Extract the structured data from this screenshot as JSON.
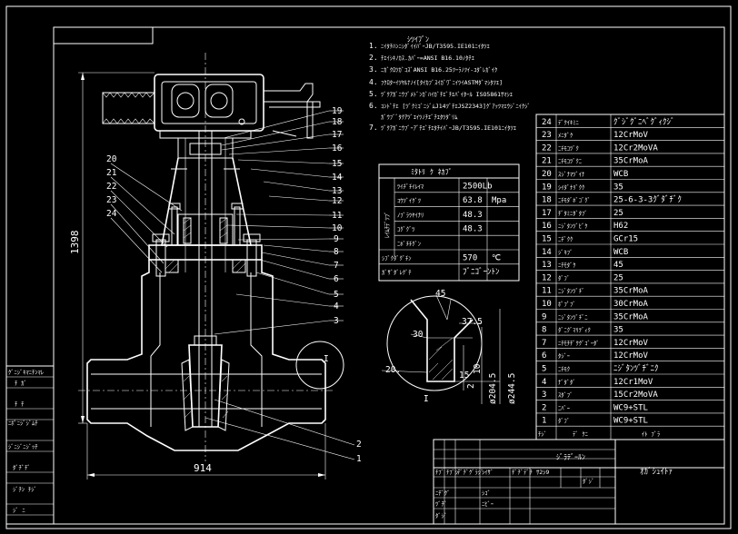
{
  "drawing": {
    "dimensions": {
      "height": "1398",
      "length": "914",
      "bore_1": "ø204.5",
      "bore_2": "ø244.5",
      "dim_20": "20.",
      "dim_15": "15",
      "dim_2": "2",
      "dim_10": "10",
      "angle_45": "45",
      "angle_375": "37.5",
      "angle_30": "30",
      "detail_mark": "I"
    },
    "left_callouts": [
      "20",
      "21",
      "22",
      "23",
      "24"
    ],
    "right_callouts": [
      "19",
      "18",
      "17",
      "16",
      "15",
      "14",
      "13",
      "12",
      "11",
      "10",
      "9",
      "8",
      "7",
      "6",
      "5",
      "4",
      "3"
    ],
    "bottom_callouts": [
      "2",
      "1"
    ]
  },
  "notes": {
    "heading": "ｼﾂｲﾌﾞﾝ",
    "items": [
      {
        "n": "1.",
        "text": "ﾆｲﾀﾁﾊﾝﾆｼﾀﾞｲｲﾊﾞｰJB/T3595.IE101ﾆｲﾀﾂｴ"
      },
      {
        "n": "2.",
        "text": "ﾁｴｲｼｷﾉｶｽ.ｶﾊﾞｰ=ANSI B16.10ﾉﾀﾁｴ"
      },
      {
        "n": "3.",
        "text": "ﾆｶﾞｸﾛﾂｶﾞｺｽﾞANSI B16.25ﾂｰﾗﾉﾂｲ-ﾕﾀﾞﾚｶﾞｲｸ"
      },
      {
        "n": "4.",
        "text": "ﾌｸﾛﾀｰｲﾂﾔﾙﾅﾉｲ[ﾀｲｶﾌﾞｽｲｶﾞﾜﾞﾆｲﾂｲASTMﾀﾞﾏｼﾀﾂｴ]"
      },
      {
        "n": "5.",
        "text": "ﾂﾞｸｱｶﾞﾆｳﾌﾞﾒﾄﾞﾝｶﾞﾊｲｶﾞﾁｴﾞﾁｴﾊﾞｲﾀｰﾙ ISO5861ｻﾏｼｴ"
      },
      {
        "n": "6.",
        "text": "ｺﾝﾄﾞﾁｴ [ﾂﾞｸﾐｺﾞﾆｼﾞﾑJ14ﾂﾞﾁｴJSZ2343]ｸﾞｱｯﾂﾏｴｳｼﾞﾆｲｸｼﾞ"
      },
      {
        "n": "",
        "text": "ｶﾞｳﾌﾞﾞﾀｸｱﾂﾞｴｲﾂﾉﾁｴﾞﾁｴﾀﾂﾀﾞﾘﾑ"
      },
      {
        "n": "7.",
        "text": "ﾂﾞｸｱｶﾞﾆｳﾌﾞｰｱﾞﾁｴﾞﾁｴﾀﾁｲﾊﾞｰJB/T3595.IE101ﾆｲﾀﾂｴ"
      }
    ]
  },
  "performance_table": {
    "title": "ﾐﾀﾄﾘ ｸ ﾈｶﾌﾞ",
    "group_label": "ﾚｲﾑﾁﾃﾞﾂﾌﾞ",
    "rows": [
      {
        "label": "ﾂｲﾁﾞﾁｲﾚｲﾏ",
        "value": "2500Lb",
        "unit": ""
      },
      {
        "label": "ｺｳﾂﾞｲｸﾞﾂ",
        "value": "63.8",
        "unit": "Mpa"
      },
      {
        "label": "ﾉﾌﾞﾗﾂﾔｲﾅﾘ",
        "value": "48.3",
        "unit": ""
      },
      {
        "label": "ｺｸﾞｸﾞﾂ",
        "value": "48.3",
        "unit": ""
      },
      {
        "label": "ﾆﾎﾞﾁﾁｸﾞﾝ",
        "value": "",
        "unit": ""
      },
      {
        "label": "ｼﾌﾞｸﾀﾞｸﾞﾁﾝ",
        "value": "570",
        "unit": "℃"
      },
      {
        "label": "ｶﾞｻﾞﾀﾞﾚｸﾞﾁ",
        "value": "ﾌﾞﾆｺﾞｰﾝﾄﾝ",
        "unit": ""
      }
    ]
  },
  "parts_list": {
    "rows": [
      {
        "no": "24",
        "name": "ﾃﾞｸｲｷﾐﾆ",
        "material": "ｸﾞｼﾞｸﾞﾆﾍﾞｸﾞｨｸｼﾞ"
      },
      {
        "no": "23",
        "name": "ﾒﾆﾀﾞｸ",
        "material": "12CrMoV"
      },
      {
        "no": "22",
        "name": "ﾆﾁﾓｺﾂﾞｸ",
        "material": "12Cr2MoVA"
      },
      {
        "no": "21",
        "name": "ﾆﾁﾓｺﾂﾞｸﾆ",
        "material": "35CrMoA"
      },
      {
        "no": "20",
        "name": "ｽｼﾞﾅﾏﾂﾞｲﾅ",
        "material": "WCB"
      },
      {
        "no": "19",
        "name": "ｼｲﾀﾞﾅﾘﾞｸｸ",
        "material": "35"
      },
      {
        "no": "18",
        "name": "ﾆﾁﾓﾀﾞﾎﾞｺﾞｸﾞ",
        "material": "25-6-3-3ｸﾞﾀﾞﾁﾞｸ"
      },
      {
        "no": "17",
        "name": "ﾁﾞﾀﾐﾆﾀﾞﾀﾌﾞ",
        "material": "25"
      },
      {
        "no": "16",
        "name": "ﾆｼﾞﾀﾝﾂﾞﾋﾞｸ",
        "material": "H62"
      },
      {
        "no": "15",
        "name": "ﾆﾁﾞｸｸ",
        "material": "GCr15"
      },
      {
        "no": "14",
        "name": "ｼﾞｷﾌﾞ",
        "material": "WCB"
      },
      {
        "no": "13",
        "name": "ﾆﾁﾓﾀﾞｸ",
        "material": "45"
      },
      {
        "no": "12",
        "name": "ﾀﾞﾌﾞ",
        "material": "25"
      },
      {
        "no": "11",
        "name": "ﾆｼﾞﾀﾝﾂﾞﾁﾞ",
        "material": "35CrMoA"
      },
      {
        "no": "10",
        "name": "ﾎﾟﾌﾟﾌﾞ",
        "material": "30CrMoA"
      },
      {
        "no": "9",
        "name": "ﾆｼﾞﾀﾝﾂﾞﾁﾞﾆ",
        "material": "35CrMoA"
      },
      {
        "no": "8",
        "name": "ﾀﾞﾆｸﾞﾏﾘﾃﾞｨｸ",
        "material": "35"
      },
      {
        "no": "7",
        "name": "ﾆﾁﾓﾁﾁﾞｸｸﾞｺﾞｰﾀﾞ",
        "material": "12CrMoV"
      },
      {
        "no": "6",
        "name": "ﾀｼﾞｰ",
        "material": "12CrMoV"
      },
      {
        "no": "5",
        "name": "ﾆﾁﾓｸ",
        "material": "ﾆｼﾞﾀﾝﾂﾞﾁﾞﾆｸ"
      },
      {
        "no": "4",
        "name": "ﾅﾞﾀﾞﾀﾞ",
        "material": "12Cr1MoV"
      },
      {
        "no": "3",
        "name": "ｽﾀﾞﾌﾞ",
        "material": "15Cr2MoVA"
      },
      {
        "no": "2",
        "name": "ﾆﾊﾞｰ",
        "material": "WC9+STL"
      },
      {
        "no": "1",
        "name": "ﾀﾞﾌﾞ",
        "material": "WC9+STL"
      }
    ],
    "header": {
      "no": "ﾁｼﾞ",
      "name": "ﾃﾞ ｸﾆ",
      "material": "ｲﾄ ﾌﾞﾗ"
    }
  },
  "title_block": {
    "drawing_name": "ｼﾞﾗﾃﾞｰﾙﾝ",
    "code": "ｵｶﾞｼｭｲﾄｧ",
    "cells": [
      "ﾁﾌﾞ",
      "ﾁﾌﾞｼﾞ",
      "ﾃﾞﾁﾞｸﾞﾗｼﾞ",
      "ｼｲｻﾞ",
      "ﾁﾞﾁﾞﾃﾞﾁ",
      "ｻ2ｼ9",
      "ﾀﾞｼﾞ",
      "ﾆﾁﾞｸﾞ",
      "ｼｺﾞ",
      "ﾂﾞﾁﾞ",
      "ﾆﾋﾞｰ",
      "ﾀﾞｼﾞ"
    ],
    "left_strip": [
      "ｸﾞﾆｼﾞｷﾏﾆﾁﾝﾏﾚ",
      "ﾁ ｶﾞ",
      "ﾁ ﾁ",
      "ﾆﾎﾟﾆｼﾞｼﾞﾑﾁ",
      "ｼﾞﾆｼﾞﾆｼﾞｯﾁ",
      "ﾀﾞﾁﾞﾁﾞ",
      "ｼﾞﾁﾝ ﾁｼﾞ",
      "ｼﾞ ﾆ"
    ]
  }
}
